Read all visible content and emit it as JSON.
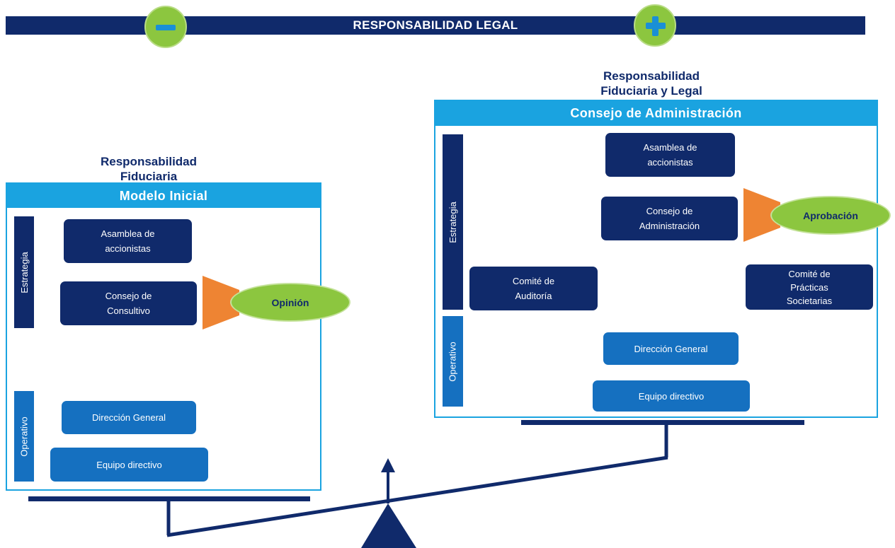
{
  "banner": {
    "title": "RESPONSABILIDAD LEGAL",
    "minus_label": "-",
    "plus_label": "+"
  },
  "left_model": {
    "responsibility": "Responsabilidad\nFiduciaria",
    "header": "Modelo Inicial",
    "strategy_label": "Estrategia",
    "operative_label": "Operativo",
    "boxes": {
      "assembly": "Asamblea de\naccionistas",
      "council": "Consejo de\nConsultivo",
      "direction": "Dirección General",
      "team": "Equipo directivo"
    },
    "feedback": "Opinión"
  },
  "right_model": {
    "responsibility": "Responsabilidad\nFiduciaria y Legal",
    "header": "Consejo de Administración",
    "strategy_label": "Estrategia",
    "operative_label": "Operativo",
    "boxes": {
      "assembly": "Asamblea de\naccionistas",
      "council": "Consejo de\nAdministración",
      "audit": "Comité de\nAuditoría",
      "practices": "Comité de\nPrácticas\nSocietarias",
      "direction": "Dirección General",
      "team": "Equipo directivo"
    },
    "feedback": "Aprobación"
  },
  "colors": {
    "navy": "#102a6b",
    "blue": "#1570c0",
    "sky": "#1aa3e0",
    "green": "#8cc63f",
    "orange": "#ee8433"
  }
}
